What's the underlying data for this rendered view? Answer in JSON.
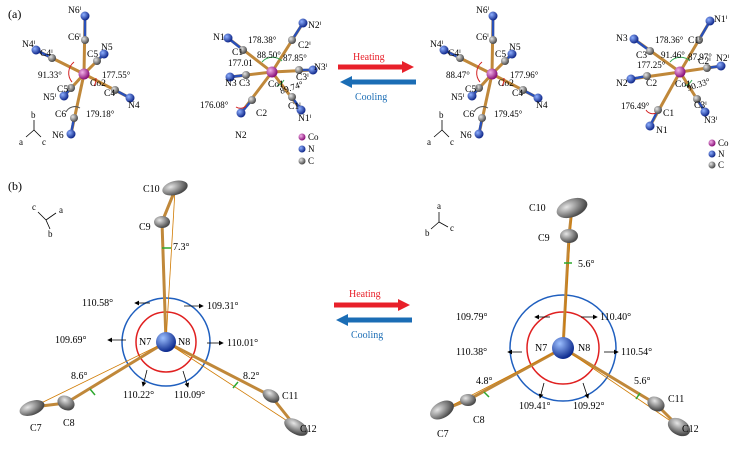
{
  "panels": {
    "a": "(a)",
    "b": "(b)"
  },
  "arrows": {
    "heating": "Heating",
    "cooling": "Cooling",
    "heating_color": "#e8202a",
    "cooling_color": "#1b6db5"
  },
  "legend": {
    "co": "Co",
    "n": "N",
    "c": "C",
    "co_color": "#a0178c",
    "n_color": "#1b3a9e",
    "c_color": "#6b6b6b"
  },
  "axes": {
    "a": "a",
    "b": "b",
    "c": "c"
  },
  "struct1": {
    "atoms": {
      "n6i": "N6ⁱ",
      "c6i": "C6ⁱ",
      "n4i": "N4ⁱ",
      "c4i": "C4ⁱ",
      "c5": "C5",
      "n5": "N5",
      "co2": "Co2",
      "c5i": "C5ⁱ",
      "n5i": "N5ⁱ",
      "c4": "C4",
      "n4": "N4",
      "c6": "C6",
      "n6": "N6"
    },
    "angles": {
      "a1": "91.33°",
      "a2": "177.55°",
      "a3": "179.18°"
    }
  },
  "struct2": {
    "atoms": {
      "n2i": "N2ⁱ",
      "c2i": "C2ⁱ",
      "n1": "N1",
      "c1": "C1",
      "c3": "C3",
      "n3": "N3",
      "co1": "Co1",
      "c3i": "C3ⁱ",
      "n3i": "N3ⁱ",
      "c1i": "C1ⁱ",
      "n1i": "N1ⁱ",
      "c2": "C2",
      "n2": "N2"
    },
    "angles": {
      "a1": "178.38°",
      "a2": "88.50°",
      "a3": "87.85°",
      "a4": "177.01",
      "a5": "89.74°",
      "a6": "176.08°"
    }
  },
  "struct3": {
    "atoms": {
      "n6i": "N6ⁱ",
      "c6i": "C6ⁱ",
      "n4i": "N4ⁱ",
      "c4i": "C4ⁱ",
      "c5": "C5",
      "n5": "N5",
      "co2": "Co2",
      "c5i": "C5ⁱ",
      "n5i": "N5ⁱ",
      "c4": "C4",
      "n4": "N4",
      "c6": "C6",
      "n6": "N6"
    },
    "angles": {
      "a1": "88.47°",
      "a2": "177.96°",
      "a3": "179.45°"
    }
  },
  "struct4": {
    "atoms": {
      "n1i": "N1ⁱ",
      "c1i": "C1ⁱ",
      "n3": "N3",
      "c3": "C3",
      "n2i": "N2ⁱ",
      "c2i": "C2ⁱ",
      "co1": "Co1",
      "n2": "N2",
      "c2": "C2",
      "c1": "C1",
      "n1": "N1",
      "c3i": "C3ⁱ",
      "n3i": "N3ⁱ"
    },
    "angles": {
      "a1": "178.36°",
      "a2": "91.46°",
      "a3": "87.97°",
      "a4": "177.25°",
      "a5": "90.33°",
      "a6": "176.49°"
    }
  },
  "cation_left": {
    "atoms": {
      "c10": "C10",
      "c9": "C9",
      "n7": "N7",
      "n8": "N8",
      "c7": "C7",
      "c8": "C8",
      "c11": "C11",
      "c12": "C12"
    },
    "tilts": {
      "t1": "7.3°",
      "t2": "8.6°",
      "t3": "8.2°"
    },
    "angles": {
      "a1": "110.58°",
      "a2": "109.31°",
      "a3": "109.69°",
      "a4": "110.01°",
      "a5": "110.22°",
      "a6": "110.09°"
    }
  },
  "cation_right": {
    "atoms": {
      "c10": "C10",
      "c9": "C9",
      "n7": "N7",
      "n8": "N8",
      "c7": "C7",
      "c8": "C8",
      "c11": "C11",
      "c12": "C12"
    },
    "tilts": {
      "t1": "5.6°",
      "t2": "4.8°",
      "t3": "5.6°"
    },
    "angles": {
      "a1": "110.40°",
      "a2": "109.79°",
      "a3": "110.38°",
      "a4": "110.54°",
      "a5": "109.41°",
      "a6": "109.92°"
    }
  }
}
